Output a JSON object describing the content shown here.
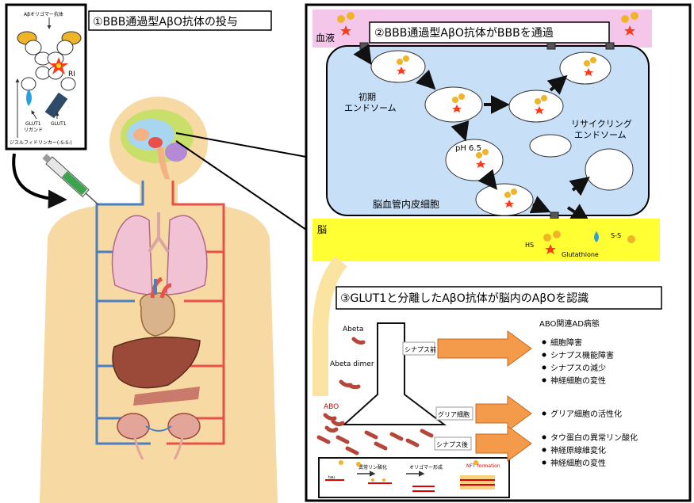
{
  "step1": {
    "title": "①BBB通過型AβO抗体の投与",
    "antibody_label": "Aβオリゴマー抗体",
    "ri_label": "RI",
    "glut1_ligand_label_line1": "GLUT1",
    "glut1_ligand_label_line2": "リガンド",
    "glut1_label": "GLUT1",
    "linker_label": "ジスルフィドリンカー(-S-S-)"
  },
  "step2": {
    "title": "②BBB通過型AβO抗体がBBBを通過",
    "blood_label": "血液",
    "early_endosome_line1": "初期",
    "early_endosome_line2": "エンドソーム",
    "recycling_endosome_line1": "リサイクリング",
    "recycling_endosome_line2": "エンドソーム",
    "ph_label": "pH 6.5",
    "endothelial_label": "脳血管内皮細胞",
    "brain_label": "脳",
    "hs_label": "HS",
    "ss_label": "S-S",
    "glutathione_label": "Glutathione"
  },
  "step3": {
    "title": "③GLUT1と分離したAβO抗体が脳内のAβOを認識",
    "abeta_label": "Abeta",
    "abeta_dimer_label": "Abeta dimer",
    "abo_label": "ABO",
    "presynaptic_label": "シナプス前",
    "glial_label": "グリア細胞",
    "postsynaptic_label": "シナプス後",
    "pathology_heading": "ABO関連AD病態",
    "presynaptic_effects": [
      "細胞障害",
      "シナプス機能障害",
      "シナプスの減少",
      "神経細胞の変性"
    ],
    "glial_effects": [
      "グリア細胞の活性化"
    ],
    "postsynaptic_effects": [
      "タウ蛋白の異常リン酸化",
      "神経原線維変化",
      "神経細胞の変性"
    ],
    "tau_label": "tau",
    "phospho_label": "異常リン酸化",
    "oligomer_label": "オリゴマー形成",
    "nft_label": "NFT formation"
  },
  "colors": {
    "skin": "#f7d9a3",
    "blood_band": "#f4c6ea",
    "brain_band": "#ffff33",
    "cell": "#c7e0f7",
    "arrow_orange": "#f49a4b",
    "vein": "#4a7fc1",
    "artery": "#e8504a"
  }
}
